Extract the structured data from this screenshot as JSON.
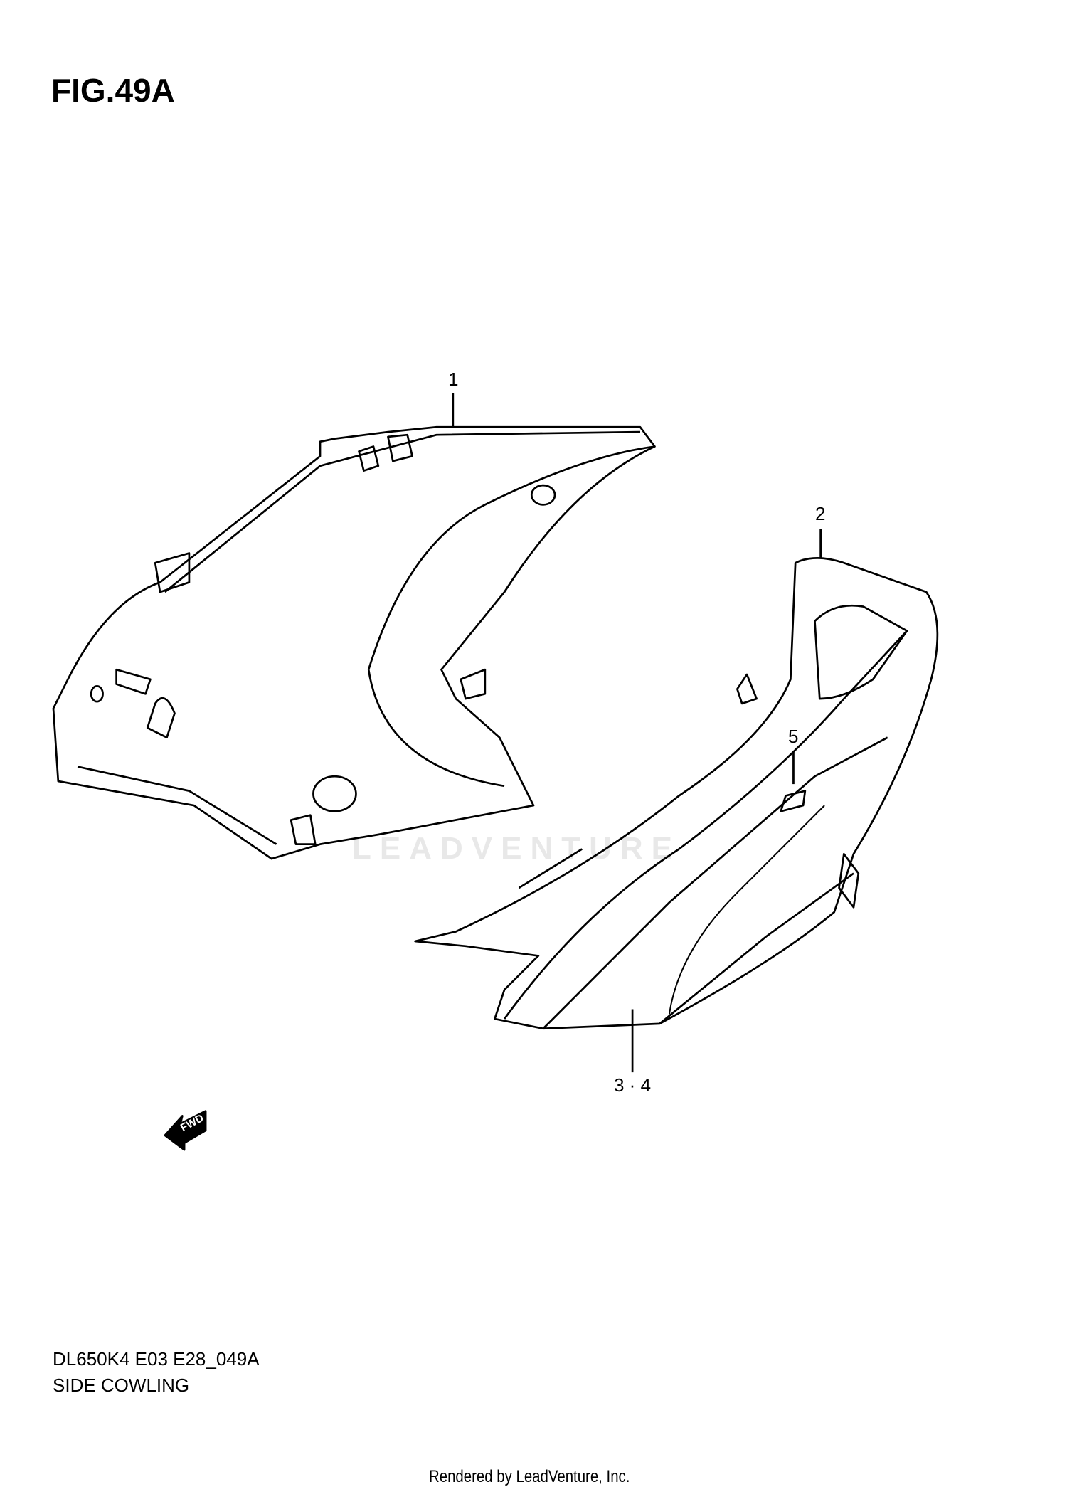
{
  "figure": {
    "title": "FIG.49A"
  },
  "callouts": [
    "1",
    "2",
    "5",
    "3 · 4"
  ],
  "fwd_arrow": {
    "label": "FWD"
  },
  "footer": {
    "code": "DL650K4 E03 E28_049A",
    "name": "SIDE COWLING",
    "rendered_by": "Rendered by LeadVenture, Inc."
  },
  "watermark": "LEADVENTURE"
}
